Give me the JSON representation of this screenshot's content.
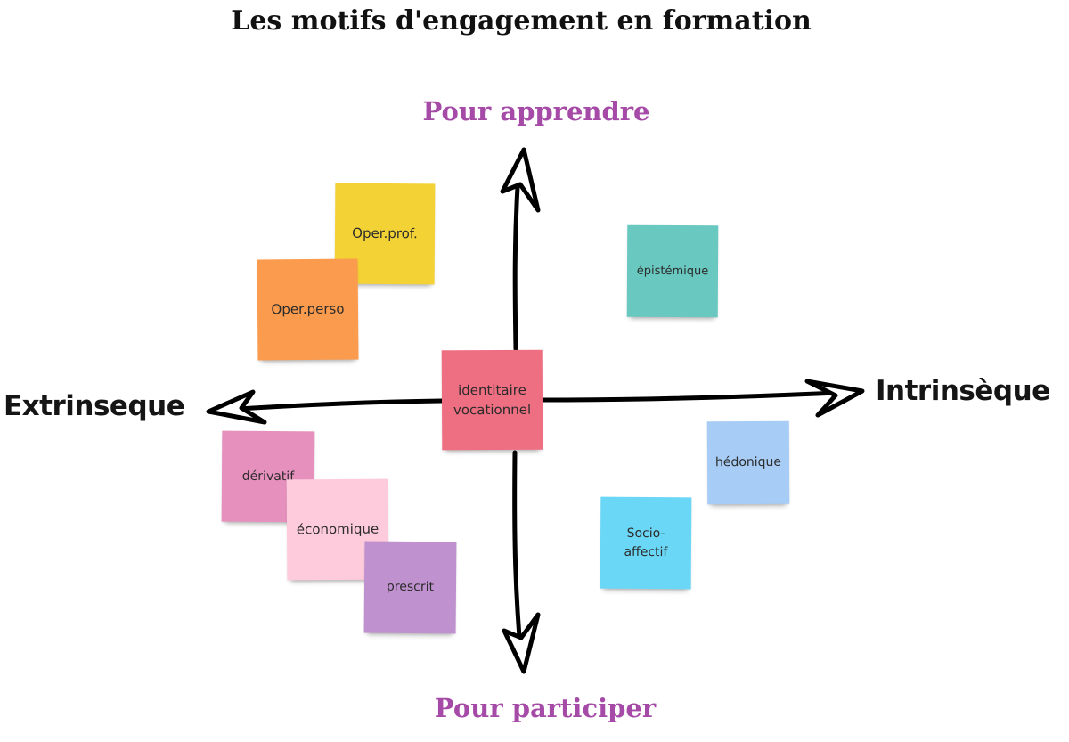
{
  "title": "Les motifs d'engagement en formation",
  "axes": {
    "top": "Pour apprendre",
    "bottom": "Pour participer",
    "left": "Extrinseque",
    "right": "Intrinsèque"
  },
  "notes": {
    "oper_prof": {
      "label": "Oper.prof.",
      "color": "#f3d235"
    },
    "oper_perso": {
      "label": "Oper.perso",
      "color": "#fb9b4e"
    },
    "epistemique": {
      "label": "épistémique",
      "color": "#69c8c0"
    },
    "identitaire": {
      "label": "identitaire vocationnel",
      "color": "#ef6f82"
    },
    "derivatif": {
      "label": "dérivatif",
      "color": "#e690bd"
    },
    "economique": {
      "label": "économique",
      "color": "#fecbdc"
    },
    "prescrit": {
      "label": "prescrit",
      "color": "#c091cf"
    },
    "hedonique": {
      "label": "hédonique",
      "color": "#a7ccf5"
    },
    "socio_affectif": {
      "label": "Socio-affectif",
      "color": "#6bd7f6"
    }
  },
  "colors": {
    "axis_label_accent": "#a54aa6",
    "arrow": "#000000"
  }
}
